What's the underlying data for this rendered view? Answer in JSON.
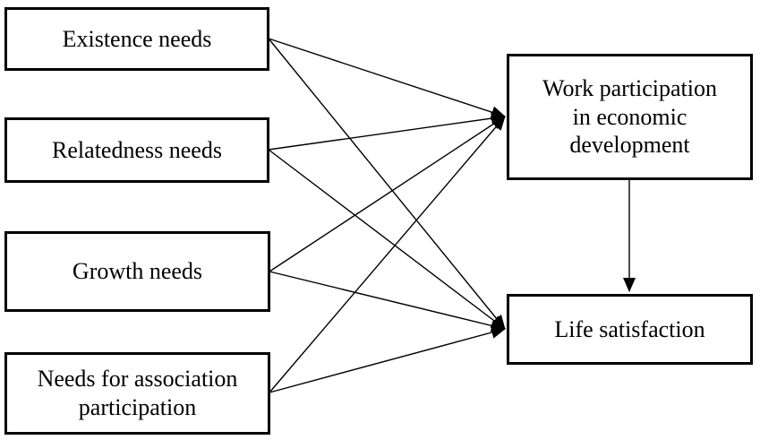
{
  "diagram": {
    "nodes": [
      {
        "id": "existence",
        "label": "Existence needs"
      },
      {
        "id": "relatedness",
        "label": "Relatedness needs"
      },
      {
        "id": "growth",
        "label": "Growth needs"
      },
      {
        "id": "association",
        "label": "Needs for association participation"
      },
      {
        "id": "work",
        "label": "Work participation in economic development"
      },
      {
        "id": "life",
        "label": "Life satisfaction"
      }
    ],
    "edges": [
      {
        "from": "existence",
        "to": "work"
      },
      {
        "from": "existence",
        "to": "life"
      },
      {
        "from": "relatedness",
        "to": "work"
      },
      {
        "from": "relatedness",
        "to": "life"
      },
      {
        "from": "growth",
        "to": "work"
      },
      {
        "from": "growth",
        "to": "life"
      },
      {
        "from": "association",
        "to": "work"
      },
      {
        "from": "association",
        "to": "life"
      },
      {
        "from": "work",
        "to": "life"
      }
    ],
    "colors": {
      "background": "#ffffff",
      "box_border": "#000000",
      "text": "#000000",
      "line": "#000000",
      "arrowhead": "#000000"
    }
  }
}
